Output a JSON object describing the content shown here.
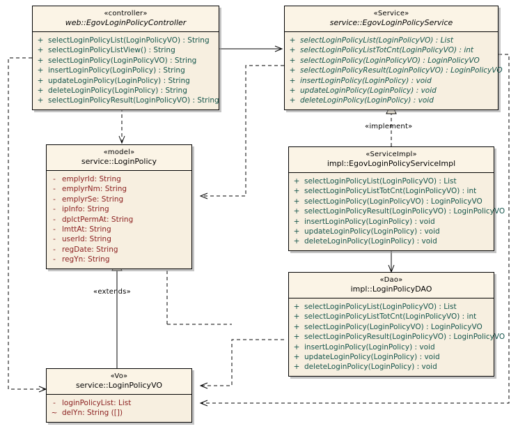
{
  "diagram": {
    "type": "uml-class-diagram",
    "background": "#ffffff",
    "class_fill": "#f7efe0",
    "header_fill": "#fbf4e6",
    "operation_color": "#13544a",
    "attribute_color": "#8b2020",
    "border_color": "#000000"
  },
  "classes": {
    "controller": {
      "stereotype": "«controller»",
      "name": "web::EgovLoginPolicyController",
      "members": [
        {
          "vis": "+",
          "text": "selectLoginPolicyList(LoginPolicyVO) : String"
        },
        {
          "vis": "+",
          "text": "selectLoginPolicyListView() : String"
        },
        {
          "vis": "+",
          "text": "selectLoginPolicy(LoginPolicyVO) : String"
        },
        {
          "vis": "+",
          "text": "insertLoginPolicy(LoginPolicy) : String"
        },
        {
          "vis": "+",
          "text": "updateLoginPolicy(LoginPolicy) : String"
        },
        {
          "vis": "+",
          "text": "deleteLoginPolicy(LoginPolicy) : String"
        },
        {
          "vis": "+",
          "text": "selectLoginPolicyResult(LoginPolicyVO) : String"
        }
      ]
    },
    "service": {
      "stereotype": "«Service»",
      "name": "service::EgovLoginPolicyService",
      "members": [
        {
          "vis": "+",
          "text": "selectLoginPolicyList(LoginPolicyVO) : List"
        },
        {
          "vis": "+",
          "text": "selectLoginPolicyListTotCnt(LoginPolicyVO) : int"
        },
        {
          "vis": "+",
          "text": "selectLoginPolicy(LoginPolicyVO) : LoginPolicyVO"
        },
        {
          "vis": "+",
          "text": "selectLoginPolicyResult(LoginPolicyVO) : LoginPolicyVO"
        },
        {
          "vis": "+",
          "text": "insertLoginPolicy(LoginPolicy) : void"
        },
        {
          "vis": "+",
          "text": "updateLoginPolicy(LoginPolicy) : void"
        },
        {
          "vis": "+",
          "text": "deleteLoginPolicy(LoginPolicy) : void"
        }
      ]
    },
    "model": {
      "stereotype": "«model»",
      "name": "service::LoginPolicy",
      "members": [
        {
          "vis": "-",
          "text": "emplyrId:  String"
        },
        {
          "vis": "-",
          "text": "emplyrNm:  String"
        },
        {
          "vis": "-",
          "text": "emplyrSe:  String"
        },
        {
          "vis": "-",
          "text": "ipInfo:  String"
        },
        {
          "vis": "-",
          "text": "dplctPermAt:  String"
        },
        {
          "vis": "-",
          "text": "lmttAt:  String"
        },
        {
          "vis": "-",
          "text": "userId:  String"
        },
        {
          "vis": "-",
          "text": "regDate:  String"
        },
        {
          "vis": "-",
          "text": "regYn:  String"
        }
      ]
    },
    "serviceimpl": {
      "stereotype": "«ServiceImpl»",
      "name": "impl::EgovLoginPolicyServiceImpl",
      "members": [
        {
          "vis": "+",
          "text": "selectLoginPolicyList(LoginPolicyVO) : List"
        },
        {
          "vis": "+",
          "text": "selectLoginPolicyListTotCnt(LoginPolicyVO) : int"
        },
        {
          "vis": "+",
          "text": "selectLoginPolicy(LoginPolicyVO) : LoginPolicyVO"
        },
        {
          "vis": "+",
          "text": "selectLoginPolicyResult(LoginPolicyVO) : LoginPolicyVO"
        },
        {
          "vis": "+",
          "text": "insertLoginPolicy(LoginPolicy) : void"
        },
        {
          "vis": "+",
          "text": "updateLoginPolicy(LoginPolicy) : void"
        },
        {
          "vis": "+",
          "text": "deleteLoginPolicy(LoginPolicy) : void"
        }
      ]
    },
    "dao": {
      "stereotype": "«Dao»",
      "name": "impl::LoginPolicyDAO",
      "members": [
        {
          "vis": "+",
          "text": "selectLoginPolicyList(LoginPolicyVO) : List"
        },
        {
          "vis": "+",
          "text": "selectLoginPolicyListTotCnt(LoginPolicyVO) : int"
        },
        {
          "vis": "+",
          "text": "selectLoginPolicy(LoginPolicyVO) : LoginPolicyVO"
        },
        {
          "vis": "+",
          "text": "selectLoginPolicyResult(LoginPolicyVO) : LoginPolicyVO"
        },
        {
          "vis": "+",
          "text": "insertLoginPolicy(LoginPolicy) : void"
        },
        {
          "vis": "+",
          "text": "updateLoginPolicy(LoginPolicy) : void"
        },
        {
          "vis": "+",
          "text": "deleteLoginPolicy(LoginPolicy) : void"
        }
      ]
    },
    "vo": {
      "stereotype": "«Vo»",
      "name": "service::LoginPolicyVO",
      "members": [
        {
          "vis": "-",
          "text": "loginPolicyList:  List"
        },
        {
          "vis": "~",
          "text": "delYn:  String ([])"
        }
      ]
    }
  },
  "edge_labels": {
    "implement": "«implement»",
    "extends": "«extends»"
  }
}
